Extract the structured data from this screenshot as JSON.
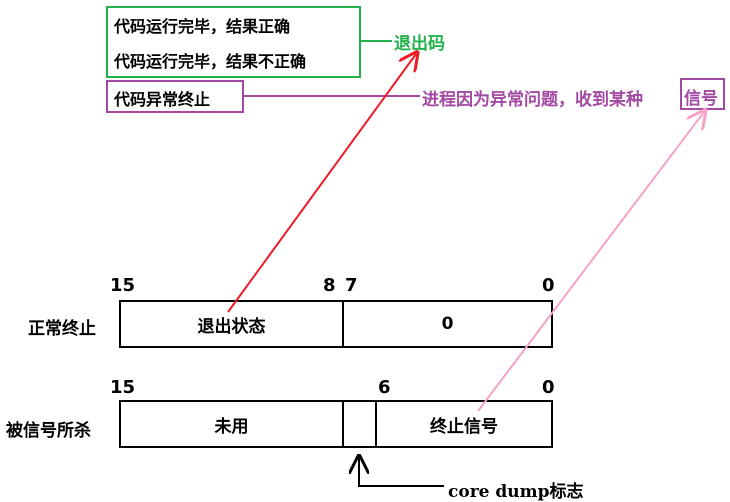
{
  "exit_code_group": {
    "line1": "代码运行完毕，结果正确",
    "line2": "代码运行完毕，结果不正确",
    "label": "退出码",
    "color": "#22b14c"
  },
  "signal_group": {
    "line1": "代码异常终止",
    "label_prefix": "进程因为异常问题，收到某种",
    "label_highlight": "信号",
    "color": "#a349a4"
  },
  "normal_row": {
    "label": "正常终止",
    "bit_high": "15",
    "bit_mid_left": "8",
    "bit_mid_right": "7",
    "bit_low": "0",
    "cell_left": "退出状态",
    "cell_right": "0"
  },
  "signal_row": {
    "label": "被信号所杀",
    "bit_high": "15",
    "bit_mid": "6",
    "bit_low": "0",
    "cell_left": "未用",
    "cell_right": "终止信号"
  },
  "core_dump": {
    "label": "core dump标志"
  },
  "colors": {
    "red_arrow": "#ed1c24",
    "pink_arrow": "#f5a3c7"
  }
}
